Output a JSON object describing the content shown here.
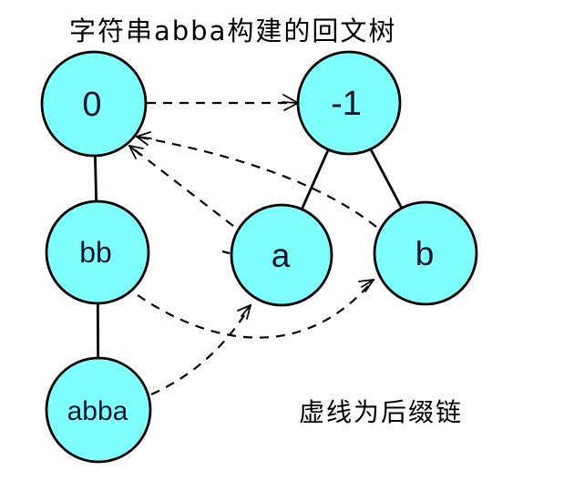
{
  "title": "字符串abba构建的回文树",
  "legend": "虚线为后缀链",
  "colors": {
    "node_fill": "#80FFFF",
    "node_stroke": "#000000",
    "label_color": "#161628",
    "background": "#ffffff"
  },
  "diagram": {
    "type": "palindromic-tree",
    "source_string": "abba",
    "nodes": [
      {
        "id": "root0",
        "label": "0"
      },
      {
        "id": "rootm1",
        "label": "-1"
      },
      {
        "id": "bb",
        "label": "bb"
      },
      {
        "id": "a",
        "label": "a"
      },
      {
        "id": "b",
        "label": "b"
      },
      {
        "id": "abba",
        "label": "abba"
      }
    ],
    "tree_edges": [
      {
        "from": "0",
        "to": "bb"
      },
      {
        "from": "bb",
        "to": "abba"
      },
      {
        "from": "-1",
        "to": "a"
      },
      {
        "from": "-1",
        "to": "b"
      }
    ],
    "suffix_links": [
      {
        "from": "0",
        "to": "-1"
      },
      {
        "from": "a",
        "to": "0"
      },
      {
        "from": "b",
        "to": "0"
      },
      {
        "from": "bb",
        "to": "b"
      },
      {
        "from": "abba",
        "to": "a"
      }
    ]
  }
}
